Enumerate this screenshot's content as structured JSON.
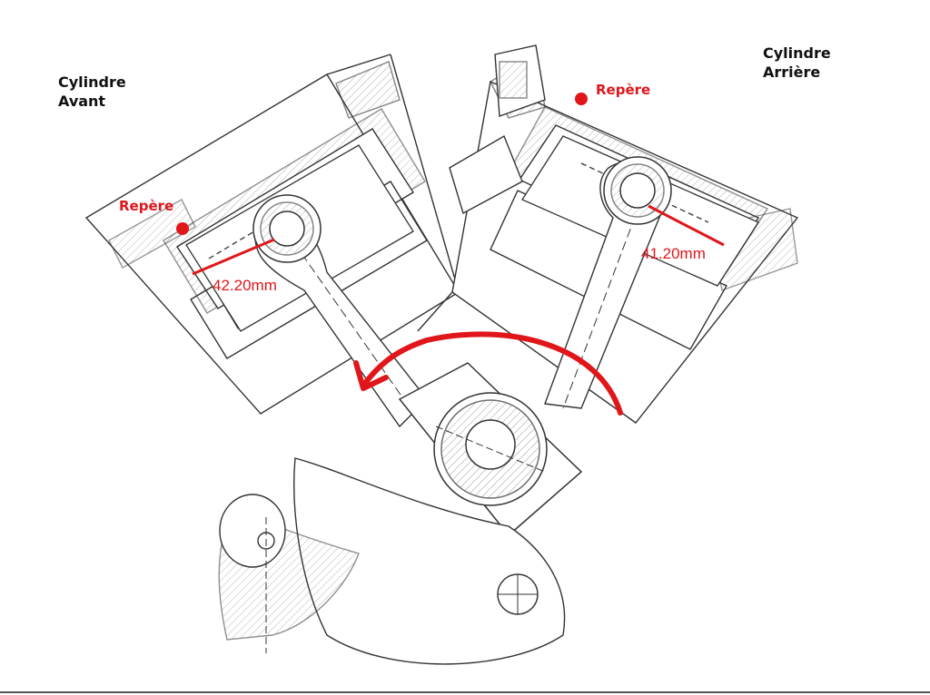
{
  "labels": {
    "front_cylinder": "Cylindre\nAvant",
    "rear_cylinder": "Cylindre\nArrière",
    "mark_front": "Repère",
    "mark_rear": "Repère",
    "dim_front": "42.20mm",
    "dim_rear": "41.20mm"
  },
  "colors": {
    "annotation": "#e0161b",
    "line": "#333333"
  }
}
